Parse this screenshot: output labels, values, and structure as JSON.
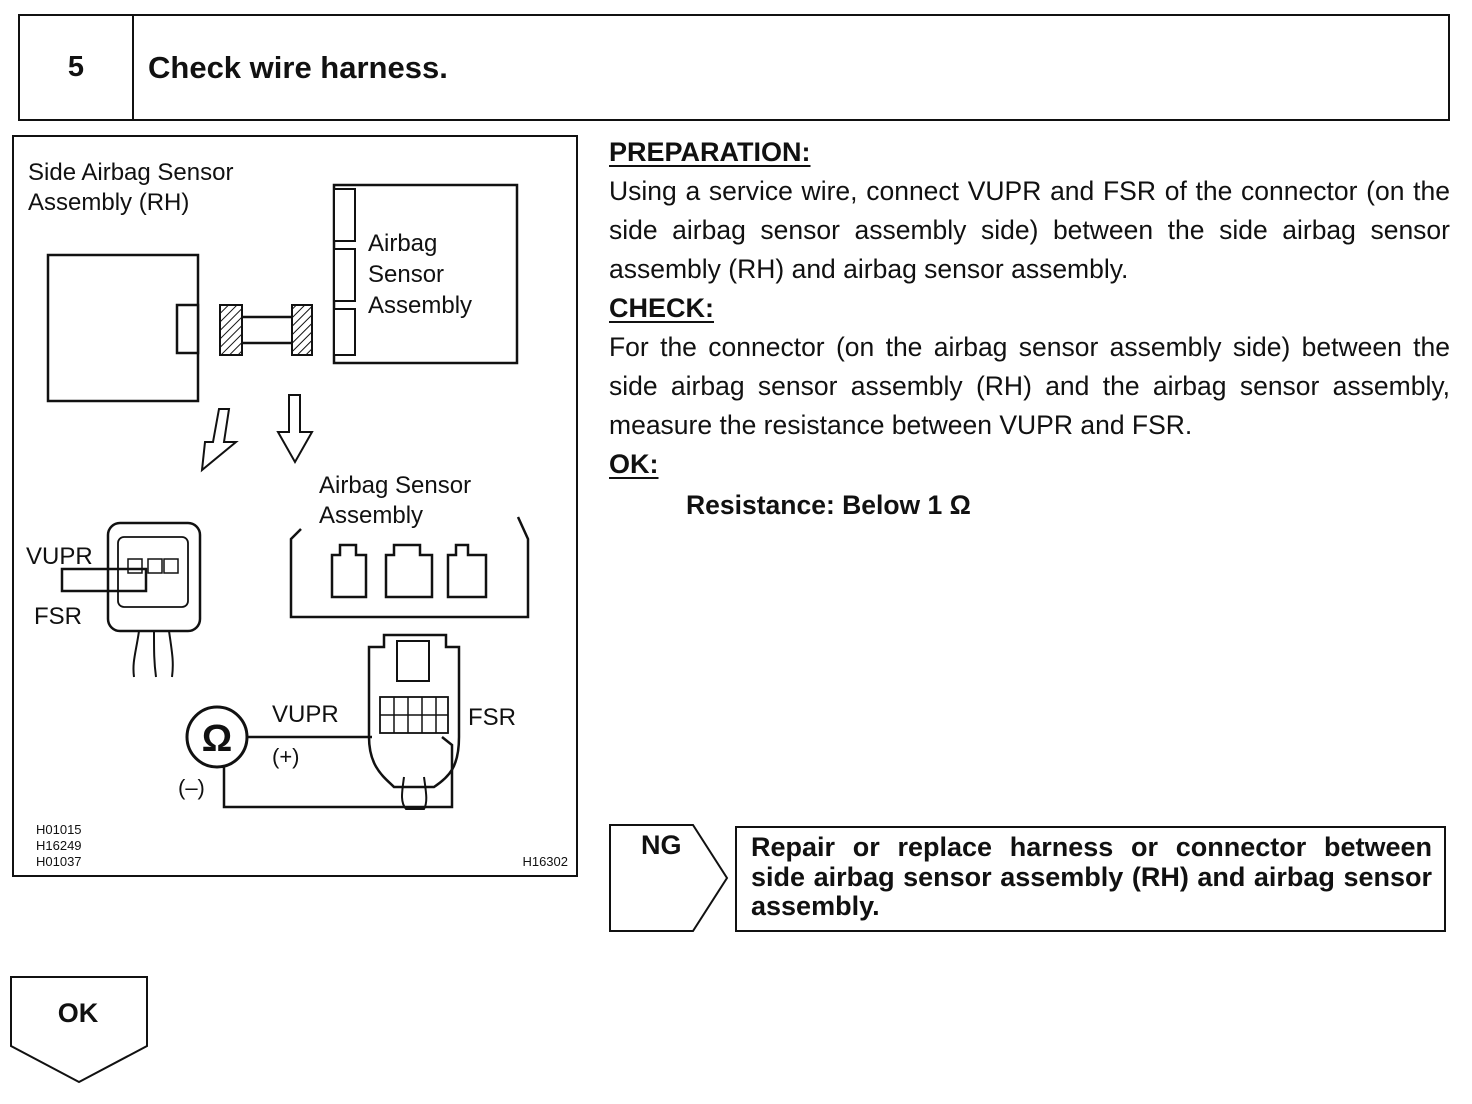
{
  "step": {
    "number": "5",
    "title": "Check wire harness."
  },
  "figure": {
    "label_side_sensor_line1": "Side Airbag Sensor",
    "label_side_sensor_line2": "Assembly (RH)",
    "label_airbag_sensor_line1": "Airbag",
    "label_airbag_sensor_line2": "Sensor",
    "label_airbag_sensor_line3": "Assembly",
    "label_bottom_sensor_line1": "Airbag Sensor",
    "label_bottom_sensor_line2": "Assembly",
    "label_vupr_left": "VUPR",
    "label_fsr_left": "FSR",
    "label_vupr_meter": "VUPR",
    "label_fsr_meter": "FSR",
    "label_plus": "(+)",
    "label_minus": "(–)",
    "ohm_symbol": "Ω",
    "codes": [
      "H01015",
      "H16249",
      "H01037"
    ],
    "figure_id": "H16302"
  },
  "instructions": {
    "preparation_heading": "PREPARATION:",
    "preparation_text": "Using a service wire, connect VUPR and FSR of the connector (on the side airbag sensor assembly side) between the side air­bag sensor assembly (RH) and airbag sensor assembly.",
    "check_heading": "CHECK:",
    "check_text": "For the connector (on the airbag sensor assembly side) be­tween the side airbag sensor assembly (RH) and the airbag sensor assembly, measure the resistance between VUPR and FSR.",
    "ok_heading": "OK:",
    "ok_spec": "Resistance: Below 1 Ω"
  },
  "ng_branch": {
    "label": "NG",
    "action": "Repair or replace harness or connector be­tween side airbag sensor assembly (RH) and airbag sensor assembly."
  },
  "ok_branch": {
    "label": "OK"
  }
}
